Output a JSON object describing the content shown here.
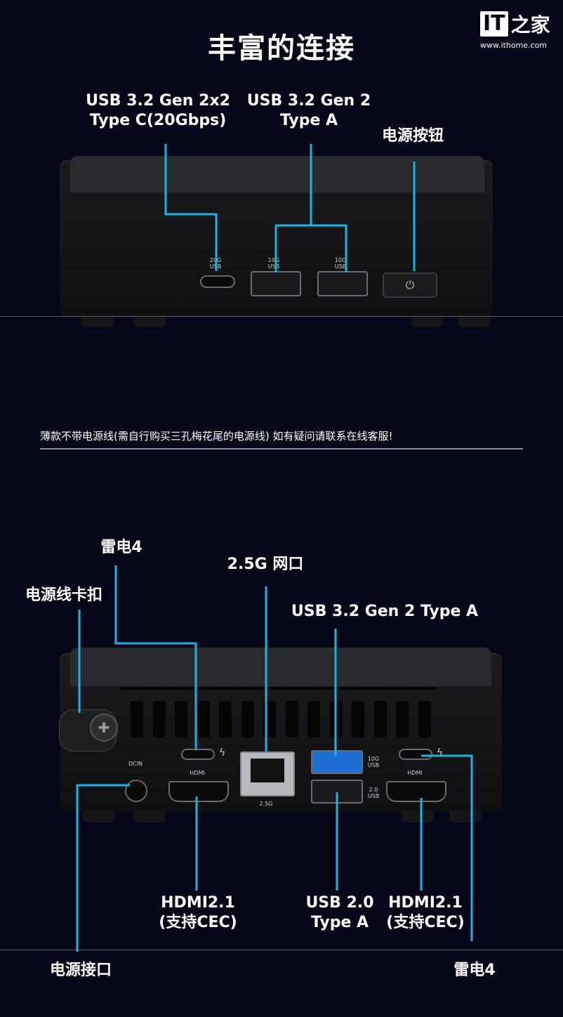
{
  "title": "丰富的连接",
  "logo": {
    "mark": "IT",
    "cn": "之家",
    "url": "www.ithome.com"
  },
  "top_labels": {
    "usb_c": [
      "USB 3.2 Gen 2x2",
      "Type C(20Gbps)"
    ],
    "usb_a": [
      "USB 3.2 Gen 2",
      "Type A"
    ],
    "power_button": "电源按钮"
  },
  "top_port_marks": {
    "usb_c": [
      "20G",
      "USB"
    ],
    "usb_a1": [
      "10G",
      "USB"
    ],
    "usb_a2": [
      "10G",
      "USB"
    ]
  },
  "notice": "薄款不带电源线(需自行购买三孔梅花尾的电源线) 如有疑问请联系在线客服!",
  "bottom_labels": {
    "thunderbolt_left": "雷电4",
    "power_clip": "电源线卡扣",
    "lan": "2.5G 网口",
    "usb32": "USB 3.2 Gen 2 Type A",
    "hdmi_left": [
      "HDMI2.1",
      "(支持CEC)"
    ],
    "usb20": [
      "USB 2.0",
      "Type A"
    ],
    "hdmi_right": [
      "HDMI2.1",
      "(支持CEC)"
    ],
    "dc_in": "电源接口",
    "thunderbolt_right": "雷电4"
  },
  "bottom_port_marks": {
    "dcin": "DCIN",
    "hdmi": "HDMI",
    "lan": "2.5G",
    "usb10": [
      "10G",
      "USB"
    ],
    "usb2": [
      "2.0",
      "USB"
    ]
  },
  "colors": {
    "background": "#050719",
    "leader_line": "#1ab4e4",
    "usb3_blue": "#1e6fd6"
  }
}
